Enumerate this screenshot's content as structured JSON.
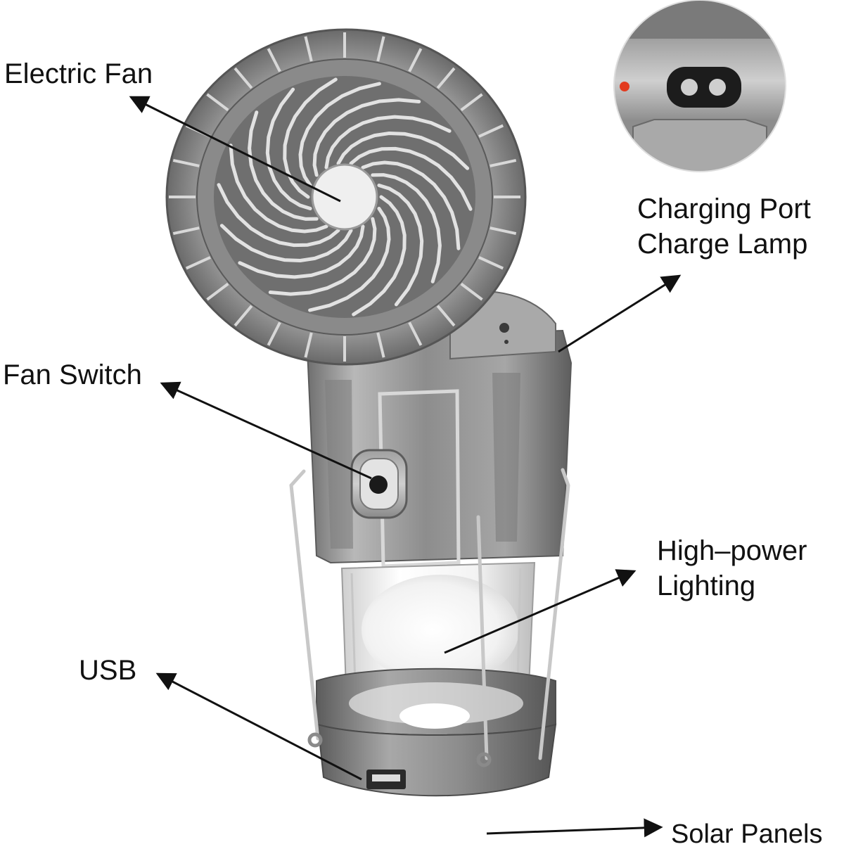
{
  "labels": {
    "electric_fan": "Electric Fan",
    "charging_port": "Charging Port",
    "charge_lamp": "Charge Lamp",
    "fan_switch": "Fan Switch",
    "high_power": "High–power",
    "lighting": "Lighting",
    "usb": "USB",
    "solar_panels": "Solar Panels"
  },
  "colors": {
    "text": "#111111",
    "arrow": "#111111",
    "body_silver": "#9a9a9a",
    "light_glow": "#f4f4f4",
    "indicator_led": "#e23b1f"
  },
  "icons": {
    "fan": "fan-icon",
    "charging_port": "ac-socket-icon",
    "switch": "push-button-icon",
    "usb": "usb-port-icon"
  }
}
